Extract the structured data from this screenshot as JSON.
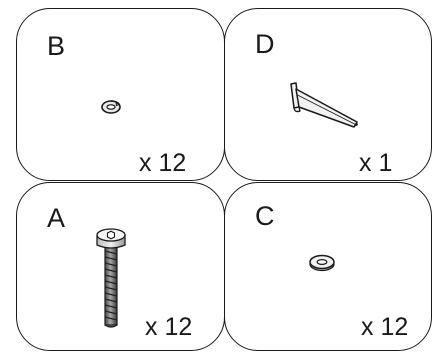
{
  "panels": [
    {
      "id": "b",
      "letter": "B",
      "quantity": "x 12",
      "part_icon": "split-lock-washer-icon"
    },
    {
      "id": "d",
      "letter": "D",
      "quantity": "x 1",
      "part_icon": "allen-key-icon"
    },
    {
      "id": "a",
      "letter": "A",
      "quantity": "x 12",
      "part_icon": "hex-socket-bolt-icon"
    },
    {
      "id": "c",
      "letter": "C",
      "quantity": "x 12",
      "part_icon": "flat-washer-icon"
    }
  ],
  "colors": {
    "line": "#1a1a1a",
    "metal_light": "#d9d9d9",
    "metal_mid": "#a6a6a6",
    "metal_dark": "#4a4a4a",
    "background": "#ffffff"
  }
}
